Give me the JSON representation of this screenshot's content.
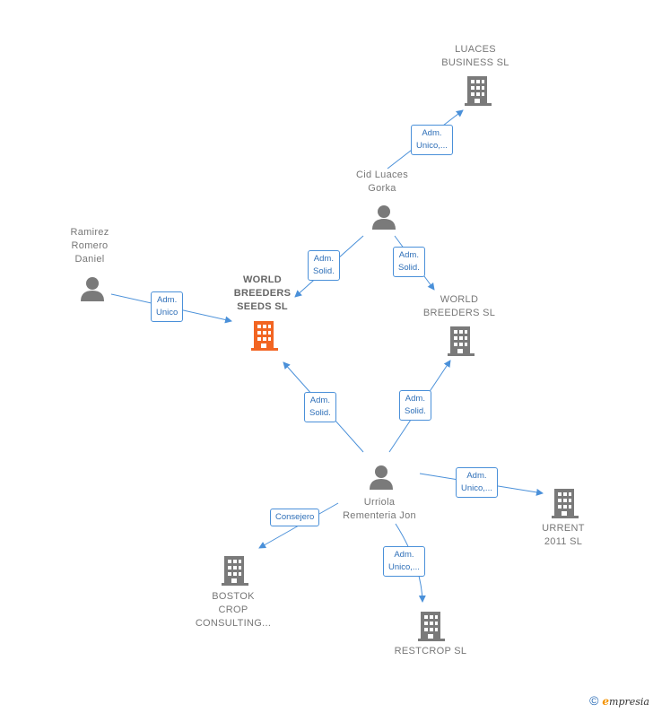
{
  "colors": {
    "edge": "#4a90d9",
    "building": "#7a7a7a",
    "building_center": "#f26522",
    "person": "#7a7a7a"
  },
  "nodes": [
    {
      "id": "world-breeders-seeds",
      "type": "company",
      "center": true,
      "lines": [
        "WORLD",
        "BREEDERS",
        "SEEDS  SL"
      ]
    },
    {
      "id": "luaces-business",
      "type": "company",
      "lines": [
        "LUACES",
        "BUSINESS  SL"
      ]
    },
    {
      "id": "cid-luaces-gorka",
      "type": "person",
      "lines": [
        "Cid Luaces",
        "Gorka"
      ]
    },
    {
      "id": "ramirez-romero-daniel",
      "type": "person",
      "lines": [
        "Ramirez",
        "Romero",
        "Daniel"
      ]
    },
    {
      "id": "world-breeders",
      "type": "company",
      "lines": [
        "WORLD",
        "BREEDERS  SL"
      ]
    },
    {
      "id": "urriola-rementeria-jon",
      "type": "person",
      "lines": [
        "Urriola",
        "Rementeria Jon"
      ]
    },
    {
      "id": "urrent-2011",
      "type": "company",
      "lines": [
        "URRENT",
        "2011 SL"
      ]
    },
    {
      "id": "bostok-crop-consulting",
      "type": "company",
      "lines": [
        "BOSTOK",
        "CROP",
        "CONSULTING..."
      ]
    },
    {
      "id": "restcrop",
      "type": "company",
      "lines": [
        "RESTCROP  SL"
      ]
    }
  ],
  "edges": [
    {
      "id": "e1",
      "lines": [
        "Adm.",
        "Unico,..."
      ]
    },
    {
      "id": "e2",
      "lines": [
        "Adm.",
        "Solid."
      ]
    },
    {
      "id": "e3",
      "lines": [
        "Adm.",
        "Solid."
      ]
    },
    {
      "id": "e4",
      "lines": [
        "Adm.",
        "Unico"
      ]
    },
    {
      "id": "e5",
      "lines": [
        "Adm.",
        "Solid."
      ]
    },
    {
      "id": "e6",
      "lines": [
        "Adm.",
        "Solid."
      ]
    },
    {
      "id": "e7",
      "lines": [
        "Adm.",
        "Unico,..."
      ]
    },
    {
      "id": "e8",
      "lines": [
        "Consejero"
      ]
    },
    {
      "id": "e9",
      "lines": [
        "Adm.",
        "Unico,..."
      ]
    }
  ],
  "footer": {
    "copyright_symbol": "©",
    "brand_initial": "e",
    "brand_rest": "mpresia"
  }
}
